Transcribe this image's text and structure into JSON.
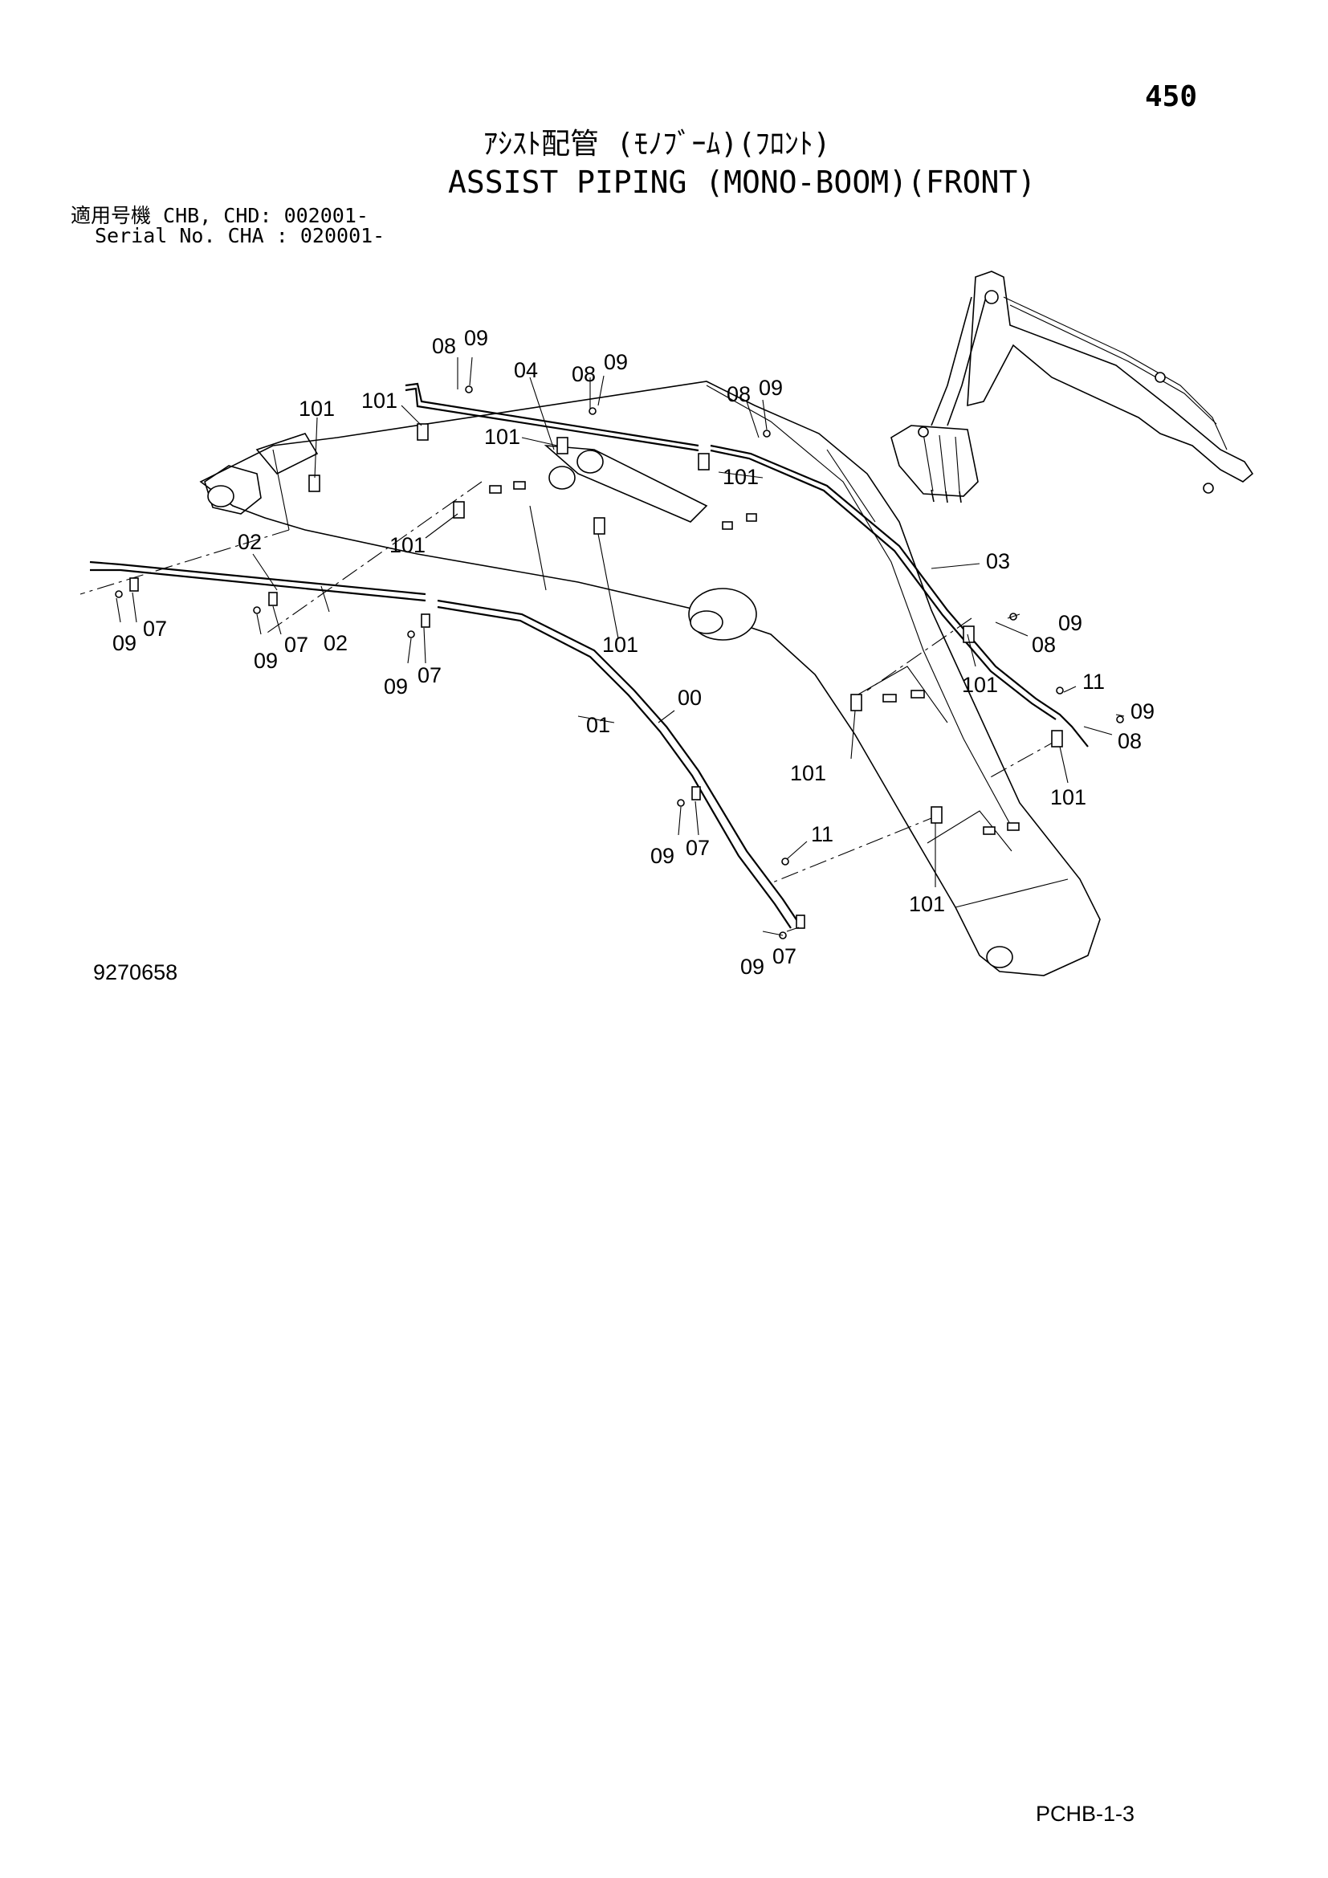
{
  "header": {
    "page_number": "450",
    "title_jp": "ｱｼｽﾄ配管 (ﾓﾉﾌﾞｰﾑ)(ﾌﾛﾝﾄ)",
    "title_en": "ASSIST PIPING (MONO-BOOM)(FRONT)",
    "serial_line_1": "適用号機  CHB, CHD: 002001-",
    "serial_line_2": "Serial No. CHA     : 020001-"
  },
  "footer": {
    "drawing_number": "9270658",
    "page_code": "PCHB-1-3"
  },
  "callouts": {
    "c0809a_08": "08",
    "c0809a_09": "09",
    "c04": "04",
    "c0809b_08": "08",
    "c0809b_09": "09",
    "c0809c_08": "08",
    "c0809c_09": "09",
    "c101_a": "101",
    "c101_b": "101",
    "c101_c": "101",
    "c101_d": "101",
    "c101_e": "101",
    "c101_f": "101",
    "c101_g": "101",
    "c101_h": "101",
    "c101_i": "101",
    "c101_j": "101",
    "c03": "03",
    "c09_r1": "09",
    "c08_r1": "08",
    "c11_r": "11",
    "c09_r2": "09",
    "c08_r2": "08",
    "c02_a": "02",
    "c02_b": "02",
    "c09_l1": "09",
    "c07_l1": "07",
    "c09_l2": "09",
    "c07_l2": "07",
    "c09_l3": "09",
    "c07_l3": "07",
    "c00": "00",
    "c01": "01",
    "c09_b1": "09",
    "c07_b1": "07",
    "c11_b": "11",
    "c09_b2": "09",
    "c07_b2": "07"
  }
}
